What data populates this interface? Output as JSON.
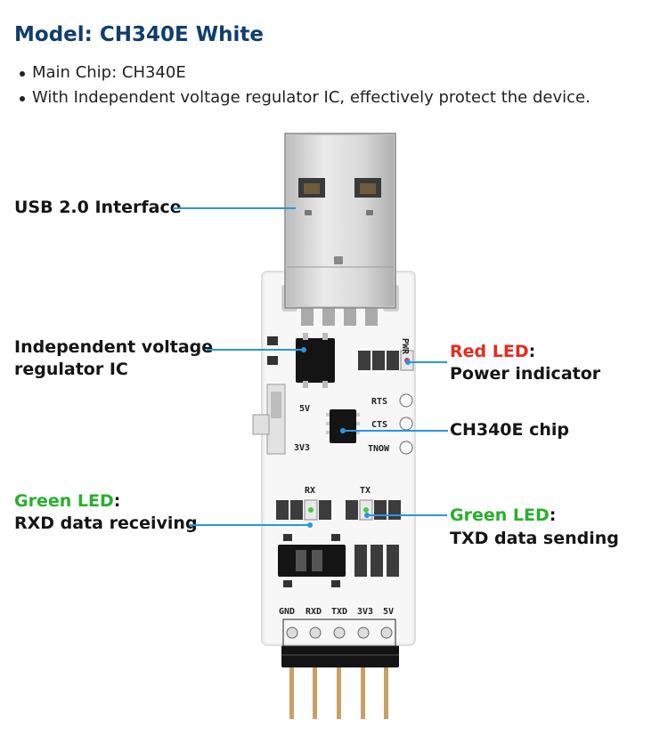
{
  "title": "Model: CH340E White",
  "bullets": [
    "Main Chip: CH340E",
    "With Independent voltage regulator IC, effectively protect the device."
  ],
  "callouts": {
    "usb": "USB 2.0 Interface",
    "regulator_line1": "Independent voltage",
    "regulator_line2": "regulator IC",
    "red_led_title": "Red LED",
    "red_led_colon": ":",
    "red_led_desc": "Power indicator",
    "chip": "CH340E chip",
    "green_rx_title": "Green LED",
    "green_rx_colon": ":",
    "green_rx_desc": "RXD data receiving",
    "green_tx_title": "Green LED",
    "green_tx_colon": ":",
    "green_tx_desc": "TXD data  sending"
  },
  "silkscreen": {
    "pwr": "PWR",
    "rts": "RTS",
    "cts": "CTS",
    "tnow": "TNOW",
    "v5": "5V",
    "v33": "3V3",
    "rx": "RX",
    "tx": "TX",
    "pins": [
      "GND",
      "RXD",
      "TXD",
      "3V3",
      "5V"
    ]
  },
  "colors": {
    "title": "#0f3e6e",
    "leader_line": "#2996e0",
    "red_led": "#e8291c",
    "green_led": "#27b02c"
  }
}
